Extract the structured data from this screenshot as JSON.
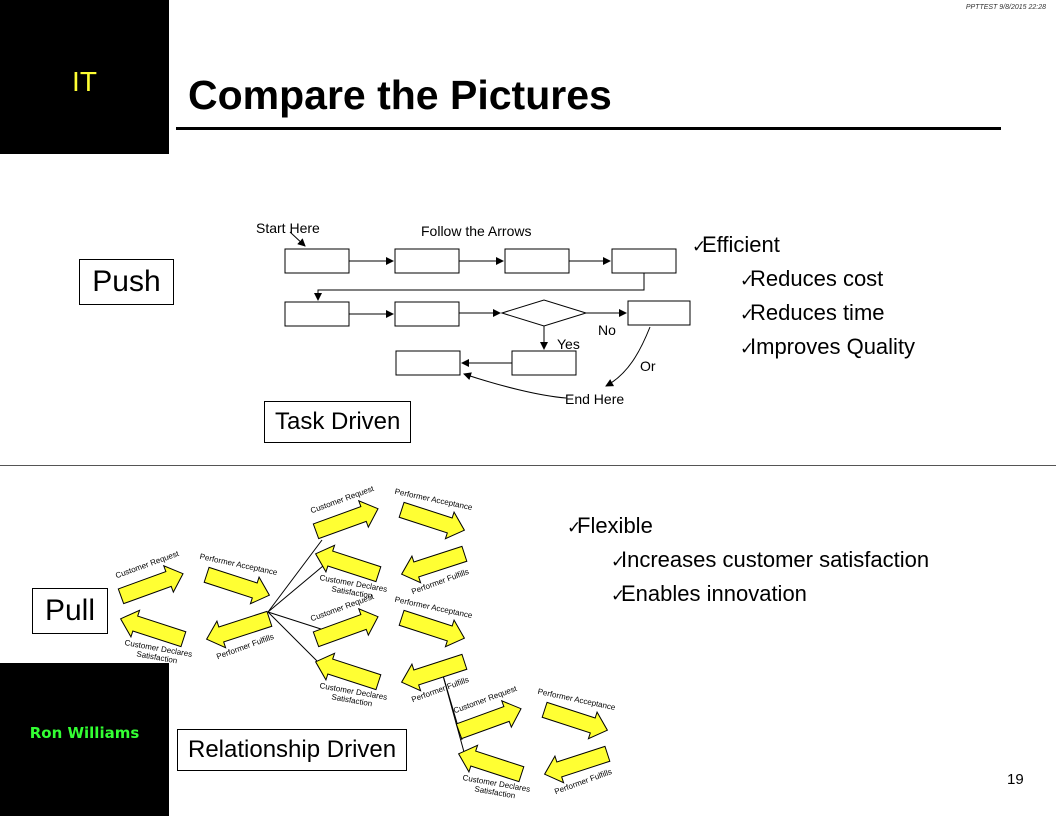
{
  "slide": {
    "corner_label": "IT",
    "header_meta": "PPTTEST 9/8/2015 22:28",
    "title": "Compare the Pictures",
    "page_number": "19",
    "presenter": "Ron Williams"
  },
  "push": {
    "label": "Push",
    "tag": "Task Driven",
    "flow": {
      "start": "Start Here",
      "follow": "Follow the Arrows",
      "no": "No",
      "yes": "Yes",
      "or": "Or",
      "end": "End Here"
    },
    "bullets": {
      "main": "Efficient",
      "subs": [
        "Reduces cost",
        "Reduces time",
        "Improves Quality"
      ]
    }
  },
  "pull": {
    "label": "Pull",
    "tag": "Relationship Driven",
    "loop_labels": {
      "request": "Customer Request",
      "acceptance": "Performer Acceptance",
      "fulfills": "Performer Fulfills",
      "declares_1": "Customer Declares",
      "declares_2": "Satisfaction"
    },
    "bullets": {
      "main": "Flexible",
      "subs": [
        "Increases customer satisfaction",
        "Enables innovation"
      ]
    }
  },
  "colors": {
    "arrow_fill": "#ffff33",
    "corner": "#000000",
    "corner_text": "#ffff33",
    "presenter_text": "#33ff33"
  }
}
